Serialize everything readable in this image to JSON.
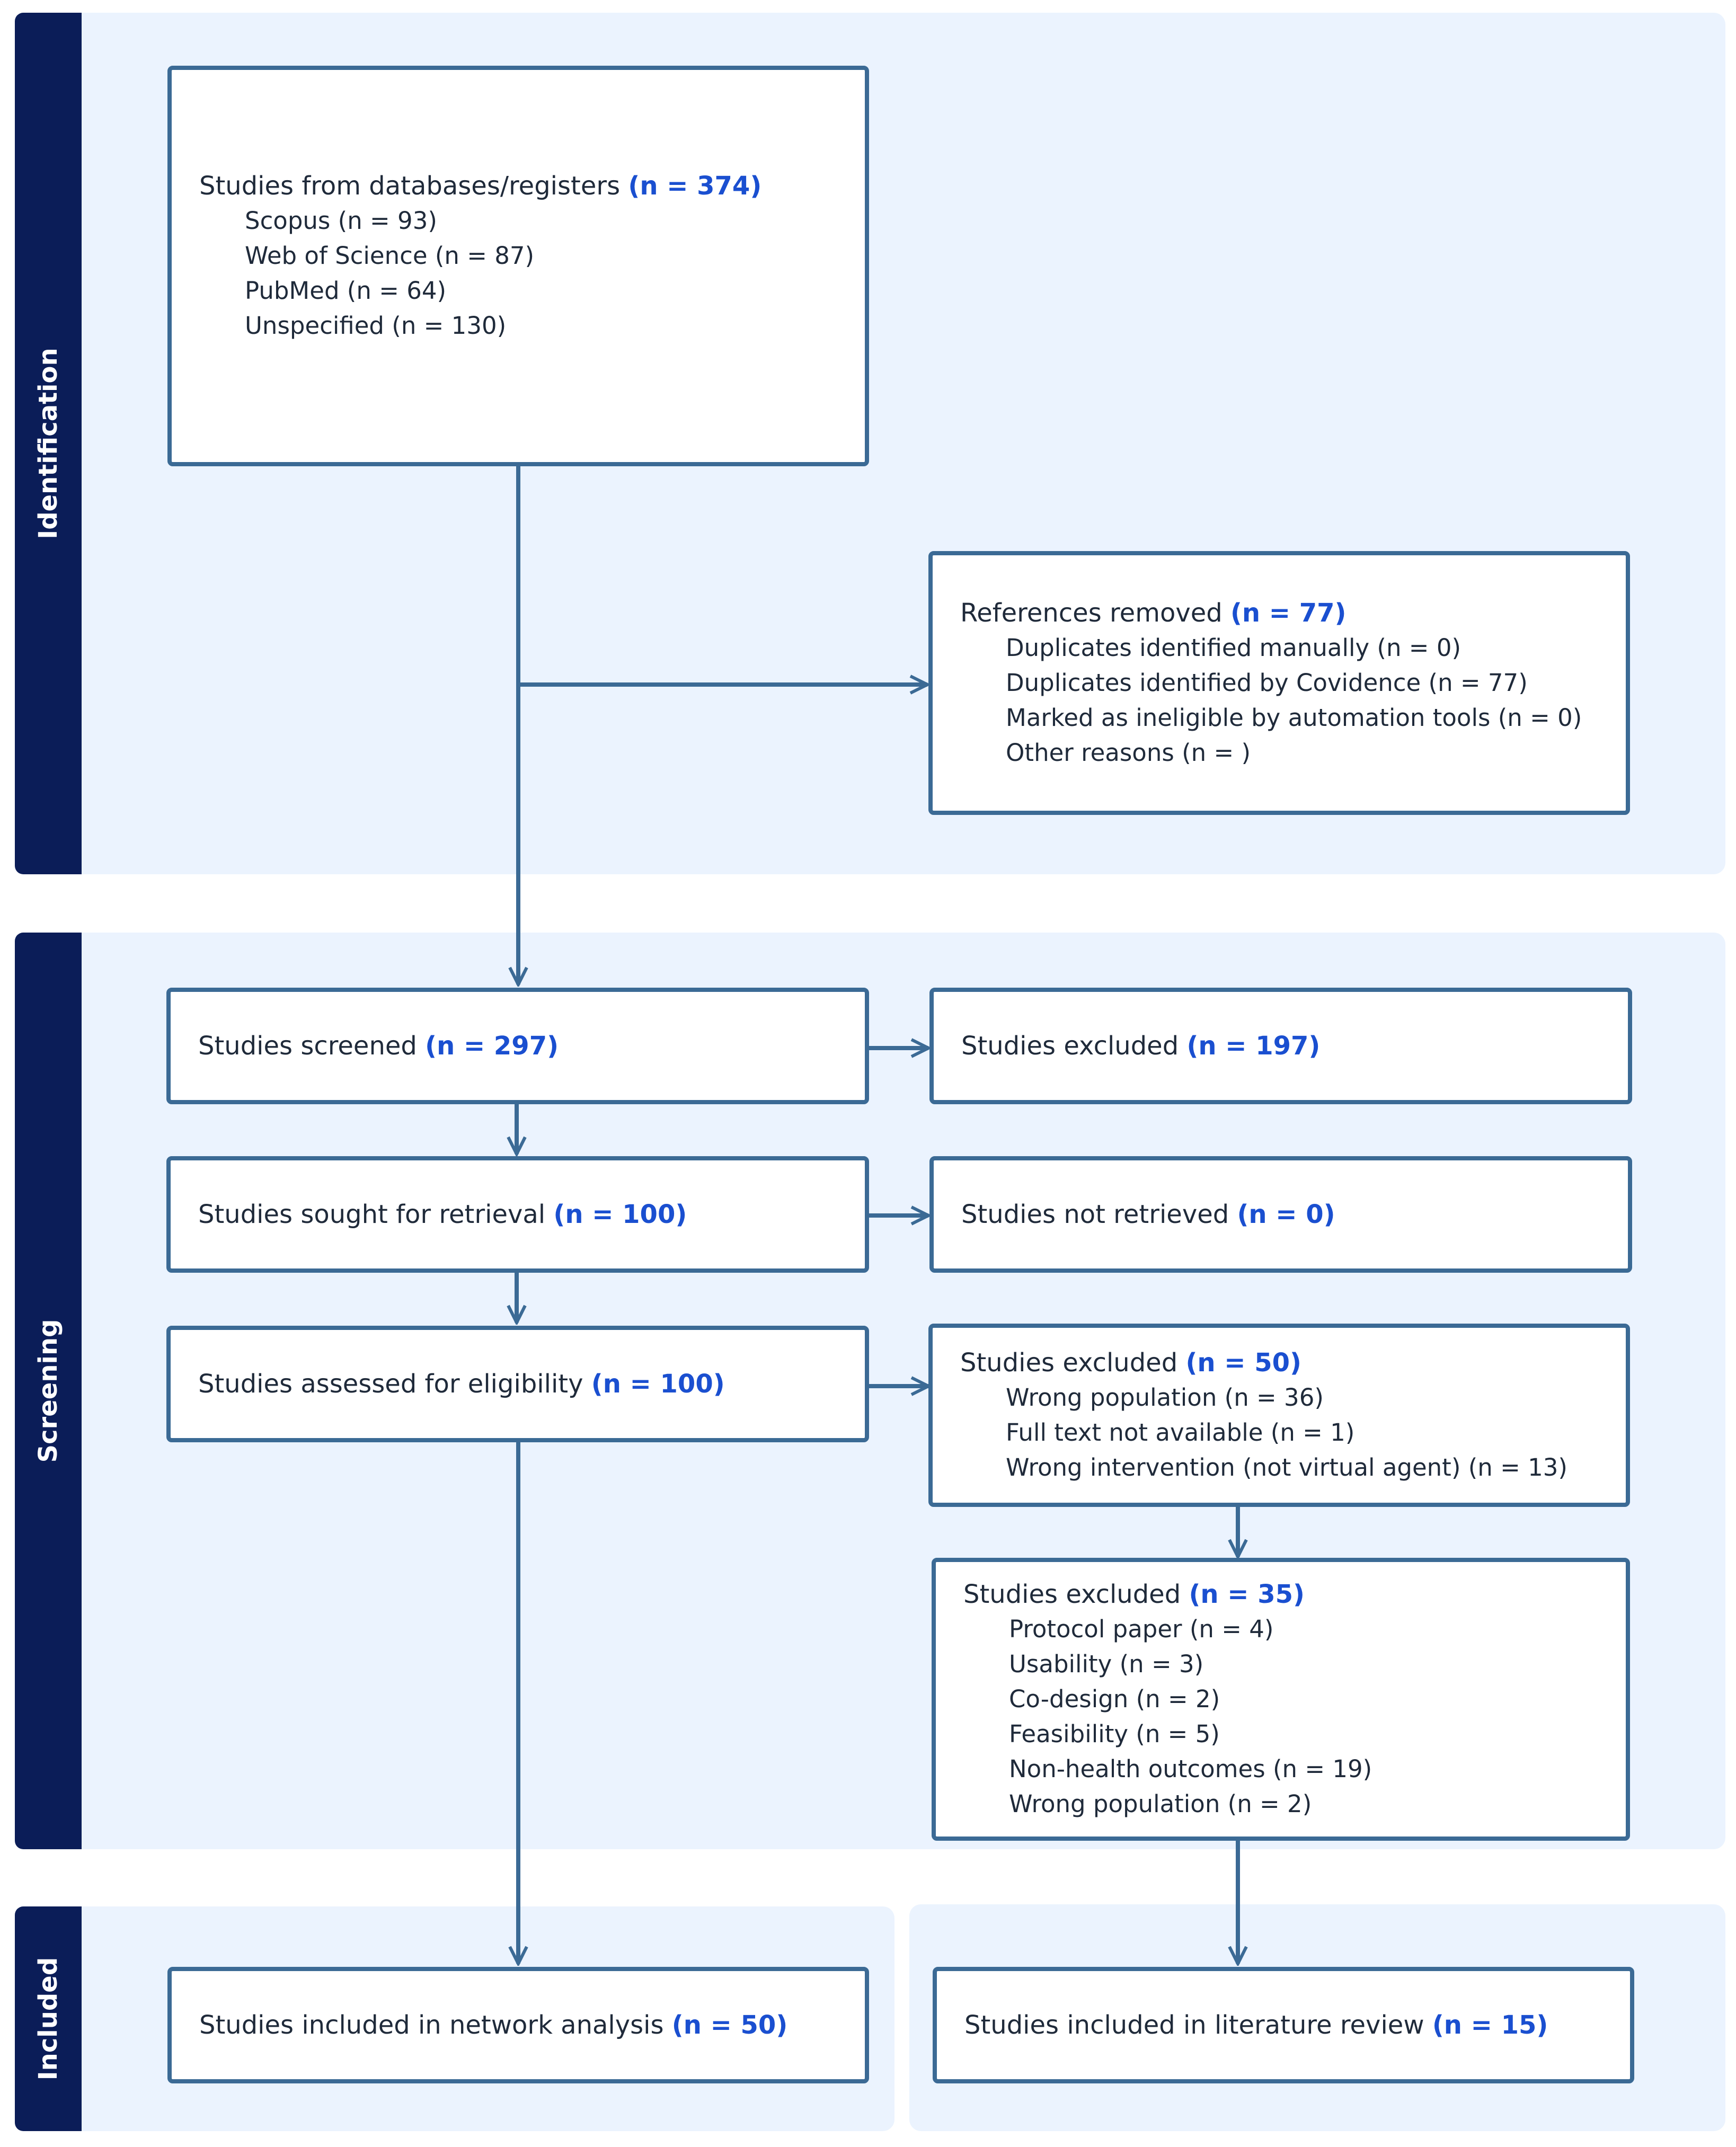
{
  "stages": {
    "identification": "Identification",
    "screening": "Screening",
    "included": "Included"
  },
  "colors": {
    "band": "#0b1d58",
    "panel": "#ebf3fe",
    "box_border": "#3b6a95",
    "arrow": "#3b6a95",
    "highlight": "#1a4fd0"
  },
  "identification": {
    "records": {
      "title": "Studies from databases/registers",
      "count": "(n = 374)",
      "items": [
        "Scopus (n = 93)",
        "Web of Science (n = 87)",
        "PubMed (n = 64)",
        "Unspecified (n = 130)"
      ]
    },
    "removed": {
      "title": "References removed",
      "count": "(n = 77)",
      "items": [
        "Duplicates identified manually (n = 0)",
        "Duplicates identified by Covidence (n = 77)",
        "Marked as ineligible by automation tools (n = 0)",
        "Other reasons (n = )"
      ]
    }
  },
  "screening": {
    "screened": {
      "title": "Studies screened",
      "count": "(n = 297)"
    },
    "excluded": {
      "title": "Studies excluded",
      "count": "(n = 197)"
    },
    "sought": {
      "title": "Studies sought for retrieval",
      "count": "(n = 100)"
    },
    "not_retrieved": {
      "title": "Studies not retrieved",
      "count": "(n = 0)"
    },
    "assessed": {
      "title": "Studies assessed for eligibility",
      "count": "(n = 100)"
    },
    "excluded_eligibility": {
      "title": "Studies excluded",
      "count": "(n = 50)",
      "items": [
        "Wrong population (n = 36)",
        "Full text not available (n = 1)",
        "Wrong intervention (not virtual agent) (n = 13)"
      ]
    },
    "excluded_review": {
      "title": "Studies excluded",
      "count": "(n = 35)",
      "items": [
        "Protocol paper (n = 4)",
        "Usability (n = 3)",
        "Co-design (n = 2)",
        "Feasibility (n = 5)",
        "Non-health outcomes (n = 19)",
        "Wrong population (n = 2)"
      ]
    }
  },
  "included": {
    "network": {
      "title": "Studies included in network analysis",
      "count": "(n = 50)"
    },
    "review": {
      "title": "Studies included in literature review",
      "count": "(n = 15)"
    }
  }
}
